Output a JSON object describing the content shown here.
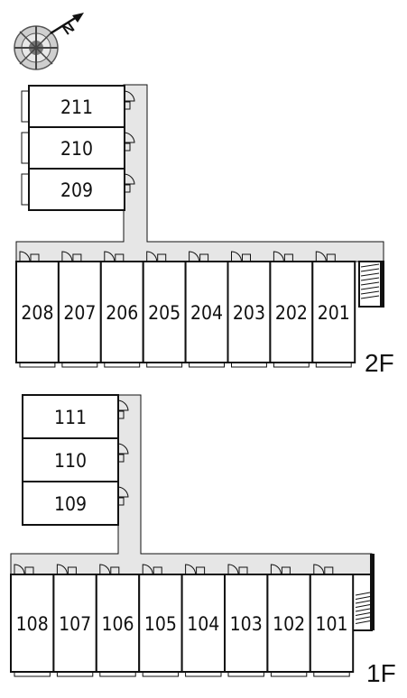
{
  "compass": {
    "icon": "compass-rose-icon",
    "north_label": "N"
  },
  "floors": [
    {
      "id": "2f",
      "label": "2F",
      "wing_units": [
        "211",
        "210",
        "209"
      ],
      "row_units": [
        "208",
        "207",
        "206",
        "205",
        "204",
        "203",
        "202",
        "201"
      ]
    },
    {
      "id": "1f",
      "label": "1F",
      "wing_units": [
        "111",
        "110",
        "109"
      ],
      "row_units": [
        "108",
        "107",
        "106",
        "105",
        "104",
        "103",
        "102",
        "101"
      ]
    }
  ],
  "colors": {
    "corridor": "#e6e6e6",
    "wall": "#111111",
    "background": "#ffffff"
  }
}
